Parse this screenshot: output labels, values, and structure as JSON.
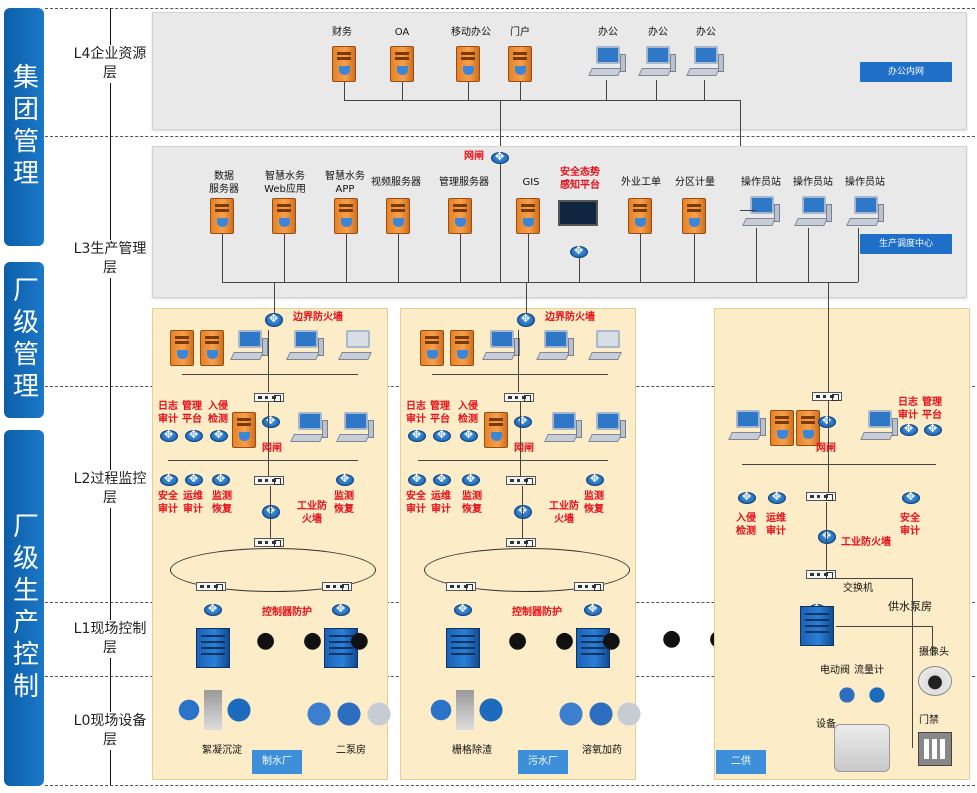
{
  "categories": [
    "集团管理",
    "厂级管理",
    "厂级生产控制"
  ],
  "layers": {
    "l4": "L4企业资源层",
    "l3": "L3生产管理层",
    "l2": "L2过程监控层",
    "l1": "L1现场控制层",
    "l0": "L0现场设备层"
  },
  "l4_panel": {
    "servers": [
      "财务",
      "OA",
      "移动办公",
      "门户"
    ],
    "workstations": [
      "办公",
      "办公",
      "办公"
    ],
    "tag": "办公内网"
  },
  "l3_panel": {
    "gateway": "网闸",
    "servers": [
      "数据\n服务器",
      "智慧水务\nWeb应用",
      "智慧水务\nAPP",
      "视频服务器",
      "管理服务器",
      "GIS"
    ],
    "security": "安全态势\n感知平台",
    "servers2": [
      "外业工单",
      "分区计量"
    ],
    "workstations": [
      "操作员站",
      "操作员站",
      "操作员站"
    ],
    "tag": "生产调度中心"
  },
  "plant1": {
    "border_fw": "边界防火墙",
    "log_audit": "日志\n审计",
    "mgmt": "管理\n平台",
    "ids": "入侵\n检测",
    "gateway": "网闸",
    "sec_audit": "安全\n审计",
    "ops_audit": "运维\n审计",
    "monitor1": "监测\n恢复",
    "monitor2": "监测\n恢复",
    "ind_fw": "工业防\n火墙",
    "ctrl_prot": "控制器防护",
    "dev1": "絮凝沉淀",
    "dev2": "二泵房",
    "tag": "制水厂"
  },
  "plant2": {
    "border_fw": "边界防火墙",
    "log_audit": "日志\n审计",
    "mgmt": "管理\n平台",
    "ids": "入侵\n检测",
    "gateway": "网闸",
    "sec_audit": "安全\n审计",
    "ops_audit": "运维\n审计",
    "monitor1": "监测\n恢复",
    "monitor2": "监测\n恢复",
    "ind_fw": "工业防\n火墙",
    "ctrl_prot": "控制器防护",
    "dev1": "栅格除渣",
    "dev2": "溶氧加药",
    "tag": "污水厂"
  },
  "plant3": {
    "log_audit": "日志\n审计",
    "mgmt": "管理\n平台",
    "gateway": "网闸",
    "ids": "入侵\n检测",
    "ops_audit": "运维\n审计",
    "sec_audit": "安全\n审计",
    "ind_fw": "工业防火墙",
    "switch": "交换机",
    "pump": "供水泵房",
    "camera": "摄像头",
    "valve": "电动阀",
    "meter": "流量计",
    "equip": "设备",
    "door": "门禁",
    "tag": "二供"
  },
  "dots": "● ● ●"
}
